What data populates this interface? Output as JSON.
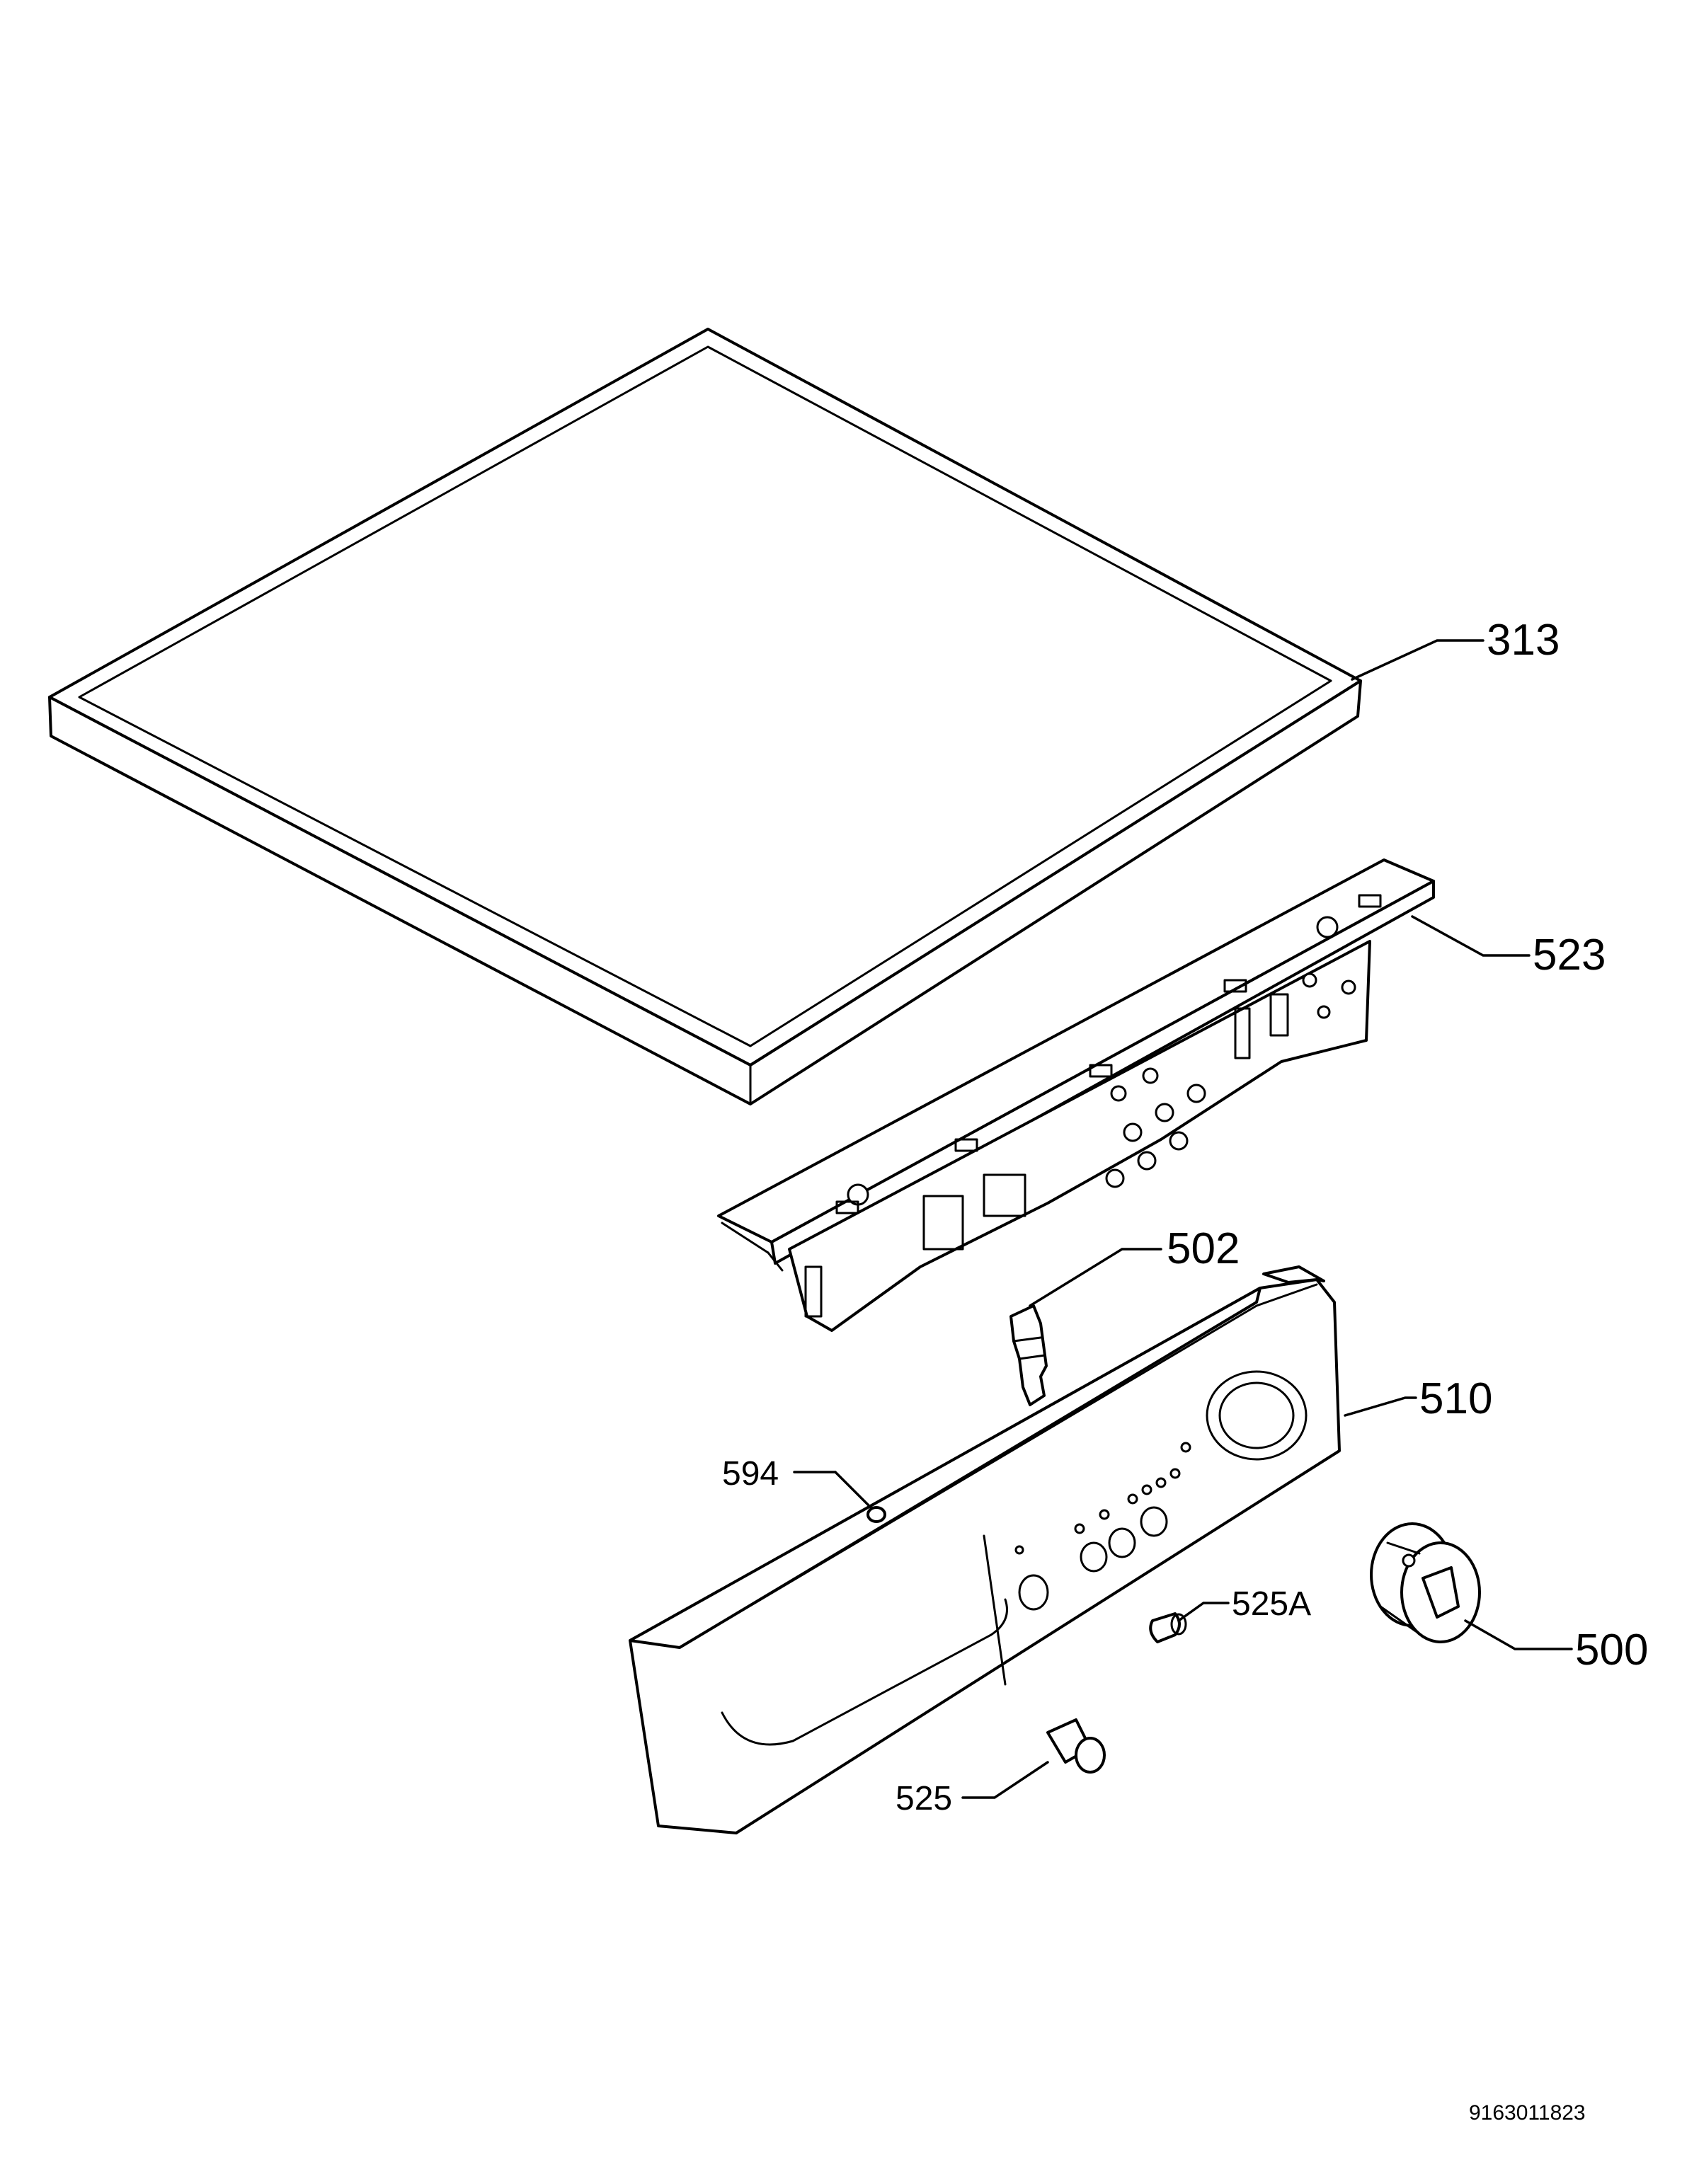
{
  "parts": [
    {
      "id": "lid",
      "number": "313"
    },
    {
      "id": "control-panel-bracket",
      "number": "523"
    },
    {
      "id": "latch",
      "number": "502"
    },
    {
      "id": "control-panel-fascia",
      "number": "510"
    },
    {
      "id": "indicator-lens",
      "number": "594"
    },
    {
      "id": "push-button-small",
      "number": "525A"
    },
    {
      "id": "program-knob",
      "number": "500"
    },
    {
      "id": "push-button",
      "number": "525"
    }
  ],
  "document_number": "9163011823",
  "colors": {
    "line": "#000000",
    "background": "#ffffff"
  }
}
